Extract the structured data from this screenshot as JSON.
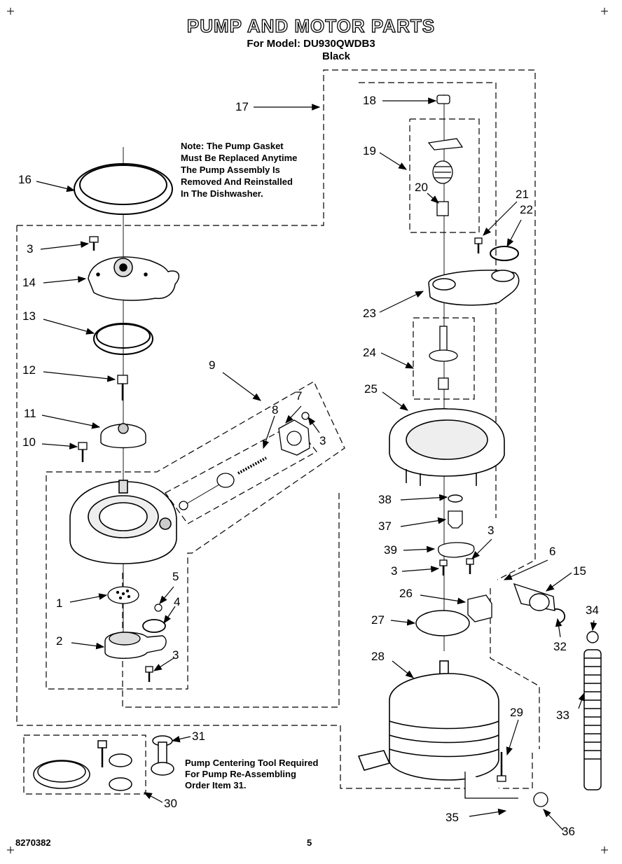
{
  "title": "PUMP AND MOTOR PARTS",
  "subtitle_model": "For Model: DU930QWDB3",
  "subtitle_color": "Black",
  "note_lines": [
    "Note: The Pump Gasket",
    "Must Be Replaced Anytime",
    "The Pump Assembly Is",
    "Removed And Reinstalled",
    "In The Dishwasher."
  ],
  "tool_lines": [
    "Pump Centering Tool Required",
    "For Pump Re-Assembling",
    "Order Item 31."
  ],
  "footer_code": "8270382",
  "footer_page": "5",
  "callouts": {
    "c1": "1",
    "c2": "2",
    "c3a": "3",
    "c3b": "3",
    "c3c": "3",
    "c3d": "3",
    "c3e": "3",
    "c4": "4",
    "c5": "5",
    "c6": "6",
    "c7": "7",
    "c8": "8",
    "c9": "9",
    "c10": "10",
    "c11": "11",
    "c12": "12",
    "c13": "13",
    "c14": "14",
    "c15": "15",
    "c16": "16",
    "c17": "17",
    "c18": "18",
    "c19": "19",
    "c20": "20",
    "c21": "21",
    "c22": "22",
    "c23": "23",
    "c24": "24",
    "c25": "25",
    "c26": "26",
    "c27": "27",
    "c28": "28",
    "c29": "29",
    "c30": "30",
    "c31": "31",
    "c32": "32",
    "c33": "33",
    "c34": "34",
    "c35": "35",
    "c36": "36",
    "c37": "37",
    "c38": "38",
    "c39": "39"
  }
}
